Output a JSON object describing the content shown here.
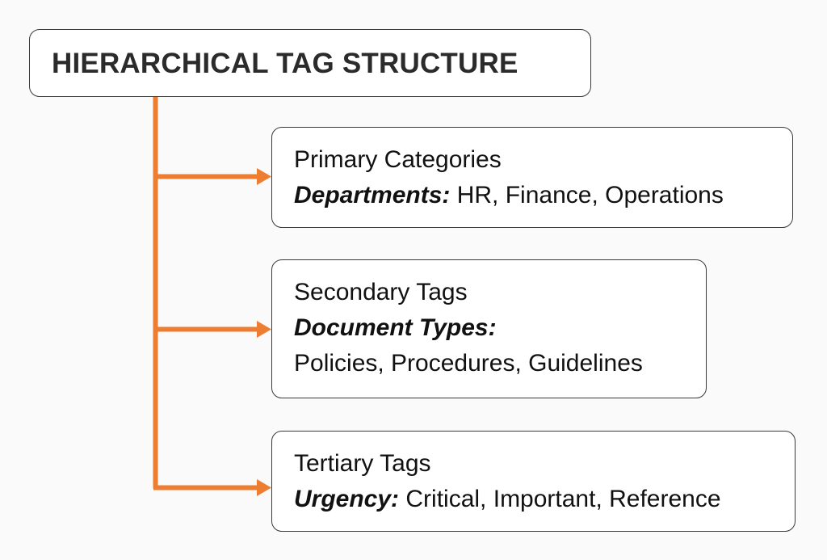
{
  "diagram": {
    "title": "HIERARCHICAL TAG STRUCTURE",
    "background_color": "#FAFAFA",
    "node_fill_color": "#FFFFFF",
    "node_border_color": "#3A3A3A",
    "connector_color": "#ED7D31",
    "text_color": "#111111",
    "nodes": [
      {
        "id": "primary-categories",
        "heading": "Primary Categories",
        "key": "Departments:",
        "values": "HR, Finance, Operations"
      },
      {
        "id": "secondary-tags",
        "heading": "Secondary Tags",
        "key": "Document Types:",
        "values": "Policies, Procedures, Guidelines"
      },
      {
        "id": "tertiary-tags",
        "heading": "Tertiary Tags",
        "key": "Urgency:",
        "values": "Critical, Important, Reference"
      }
    ],
    "connectors": [
      {
        "id": "trunk",
        "icon": "vertical-line"
      },
      {
        "id": "branch-to-primary",
        "icon": "arrow-right-icon"
      },
      {
        "id": "branch-to-secondary",
        "icon": "arrow-right-icon"
      },
      {
        "id": "branch-to-tertiary",
        "icon": "arrow-right-icon"
      }
    ]
  }
}
